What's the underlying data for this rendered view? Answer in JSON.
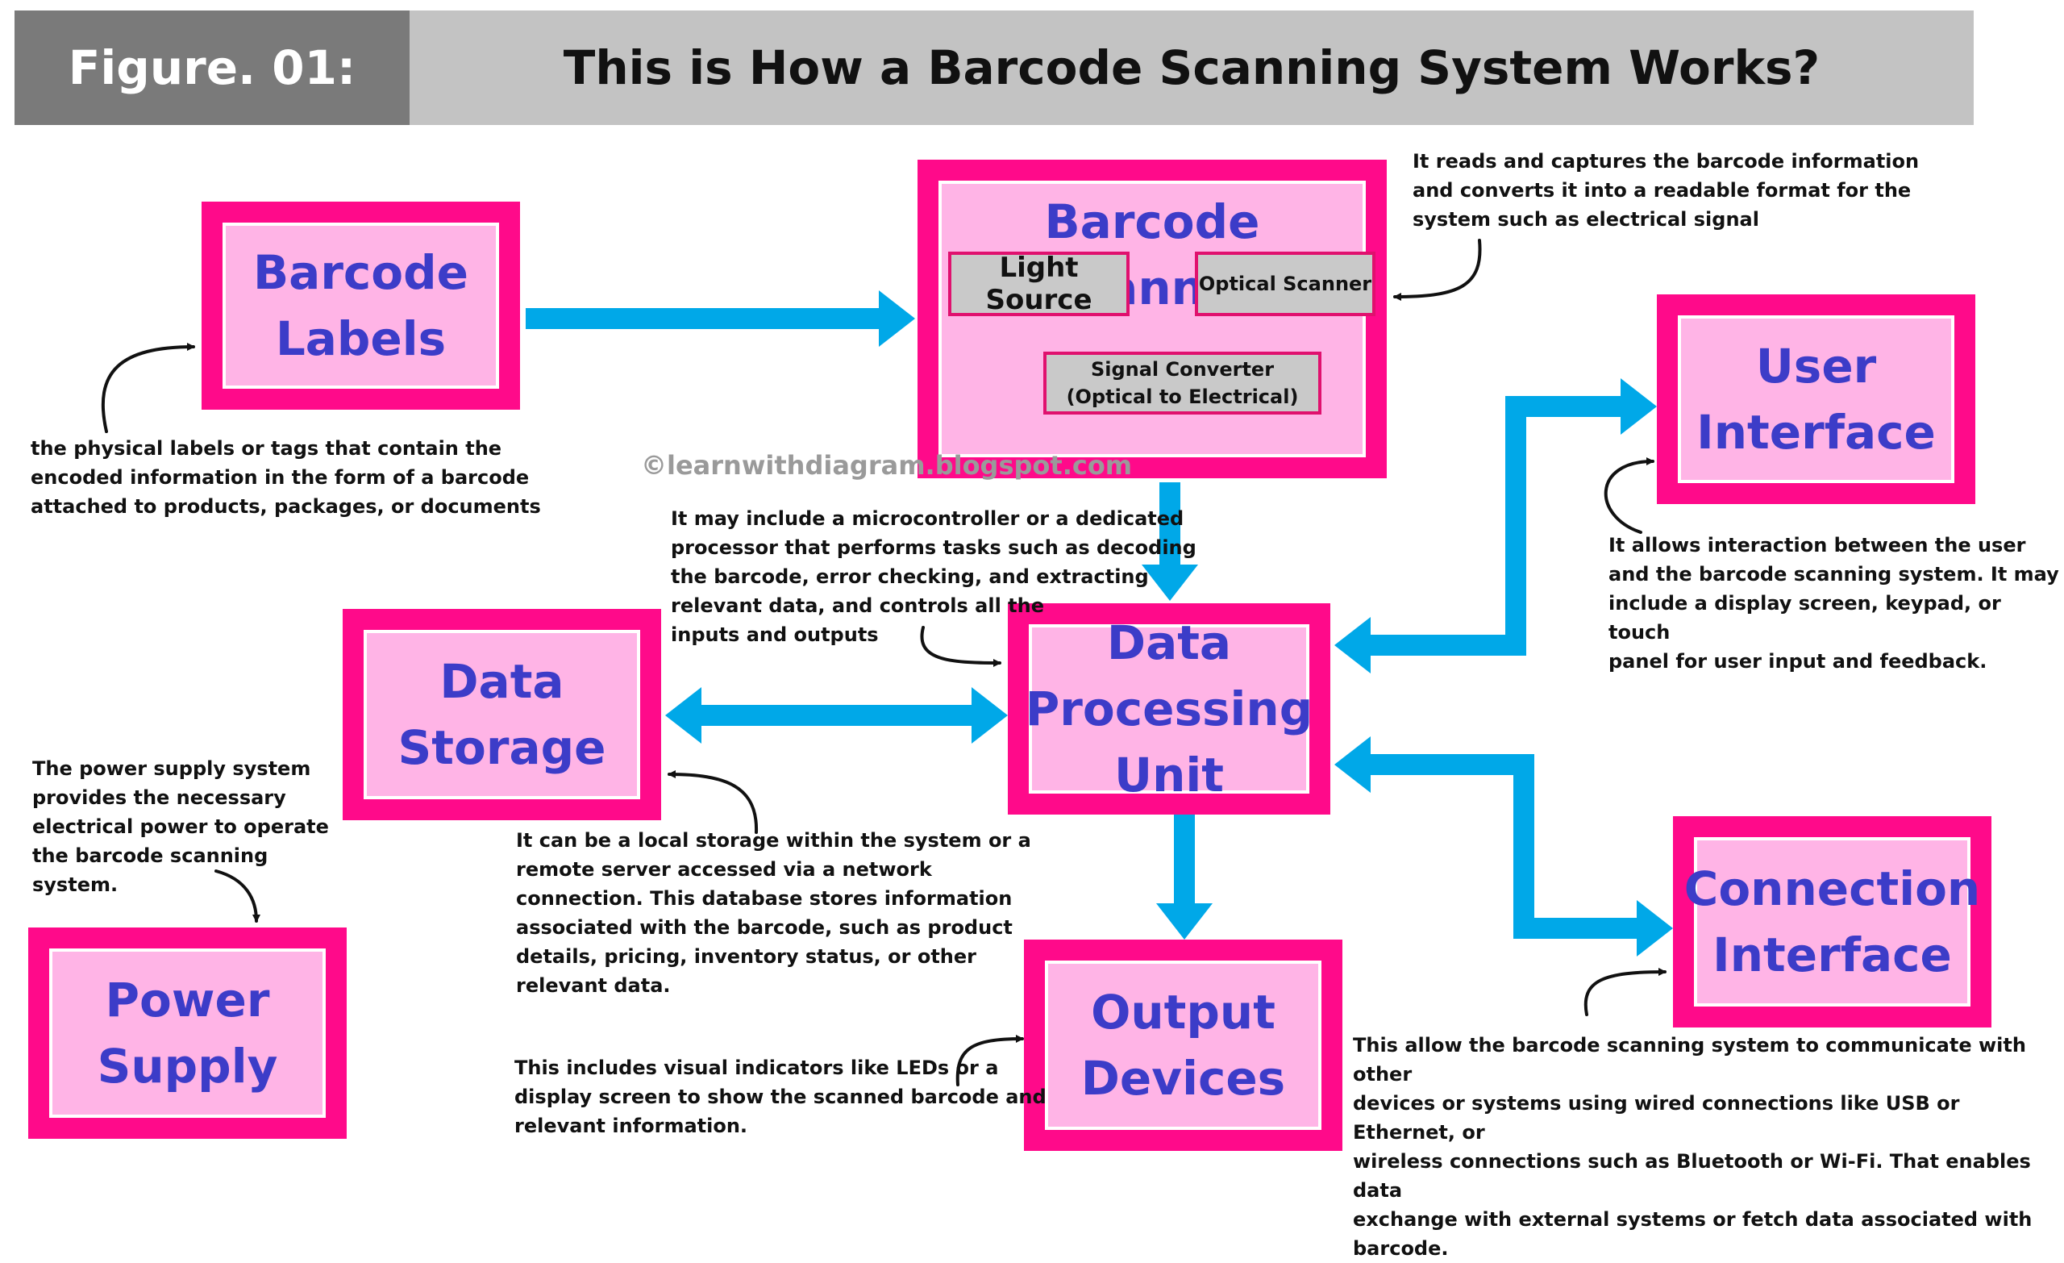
{
  "header": {
    "figure_label": "Figure. 01:",
    "title": "This is How a Barcode Scanning System Works?"
  },
  "watermark": "©learnwithdiagram.blogspot.com",
  "colors": {
    "box_border": "#ff0a8a",
    "box_fill": "#ffb4e6",
    "box_text": "#3c3cc8",
    "arrow": "#00a8e8",
    "header_left_bg": "#7a7a7a",
    "header_right_bg": "#c3c3c3"
  },
  "blocks": {
    "barcode_labels": "Barcode\nLabels",
    "barcode_scanner": "Barcode Scanner",
    "user_interface": "User\nInterface",
    "data_storage": "Data\nStorage",
    "data_processing": "Data\nProcessing\nUnit",
    "connection_interface": "Connection\nInterface",
    "power_supply": "Power\nSupply",
    "output_devices": "Output\nDevices"
  },
  "scanner_parts": {
    "light_source": "Light Source",
    "optical_scanner": "Optical Scanner",
    "signal_converter": "Signal Converter\n(Optical to Electrical)"
  },
  "notes": {
    "scanner": "It reads and captures the barcode information\nand converts it into a readable format for the\nsystem such as electrical signal",
    "labels": "the physical labels or tags that contain the\nencoded information in the form of a barcode\nattached to products, packages, or documents",
    "processing": "It may include a microcontroller or a dedicated\nprocessor that performs tasks such as decoding\nthe barcode, error checking, and extracting\nrelevant data, and controls all the\ninputs and outputs",
    "user_interface": "It allows interaction between the user\nand the barcode scanning system. It may\ninclude a display screen, keypad, or touch\npanel for user input and feedback.",
    "power": "The power supply system\nprovides the necessary\nelectrical power to operate\nthe barcode scanning\nsystem.",
    "storage": "It can be a local storage within the system or a\nremote server accessed via a network\nconnection. This database stores information\nassociated with the barcode, such as product\ndetails, pricing, inventory status, or other\nrelevant data.",
    "output": "This includes visual indicators like LEDs or a\ndisplay screen to show the scanned barcode and\nrelevant information.",
    "connection": "This allow the barcode scanning system to communicate with other\ndevices or systems using wired connections like USB or Ethernet, or\nwireless connections such as Bluetooth or Wi-Fi. That enables data\nexchange with external systems or fetch data associated with barcode."
  }
}
